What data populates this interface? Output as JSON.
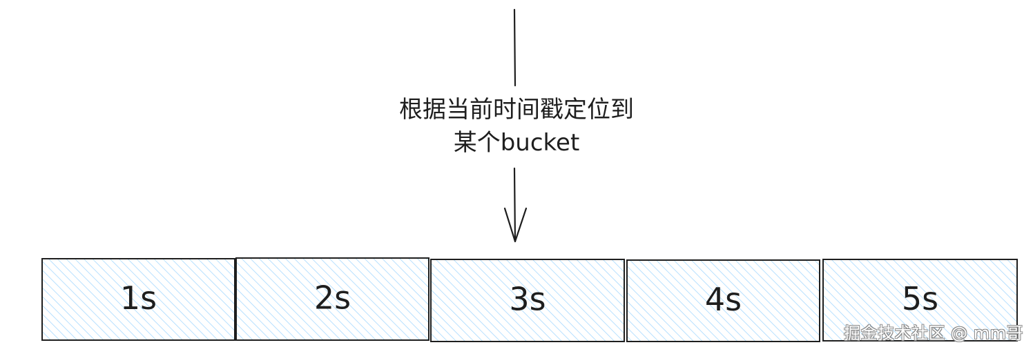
{
  "caption": {
    "line1": "根据当前时间戳定位到",
    "line2": "某个bucket"
  },
  "buckets": [
    "1s",
    "2s",
    "3s",
    "4s",
    "5s"
  ],
  "pointer_bucket_index": 2,
  "colors": {
    "stroke": "#1e1e1e",
    "hatch": "#a5d8ff",
    "background": "#ffffff"
  },
  "watermark": "掘金技术社区 @ mm哥"
}
